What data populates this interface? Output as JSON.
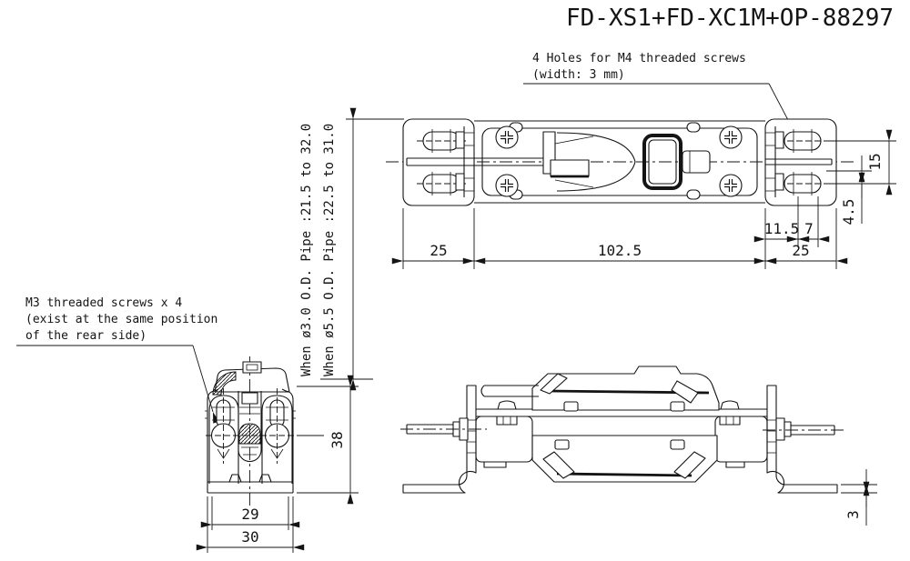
{
  "title": "FD-XS1+FD-XC1M+OP-88297",
  "notes": {
    "holes_line1": "4 Holes for M4 threaded screws",
    "holes_line2": "(width:  3 mm)",
    "m3_line1": "M3 threaded screws x 4",
    "m3_line2": "(exist at the same position",
    "m3_line3": "of the rear side)",
    "pipe_line1": "When ø3.0 O.D. Pipe :21.5 to 32.0",
    "pipe_line2": "When ø5.5 O.D. Pipe :22.5 to 31.0"
  },
  "dimensions": {
    "flange_width_left": "25",
    "body_length": "102.5",
    "flange_width_right": "25",
    "hole_edge_distance": "11.5",
    "hole_half_pitch": "7",
    "hole_vertical_pitch": "15",
    "hole_center_offset": "4.5",
    "end_view_height": "38",
    "end_view_inner_width": "29",
    "end_view_outer_width": "30",
    "foot_thickness": "3"
  },
  "colors": {
    "line": "#141414",
    "background": "#ffffff"
  }
}
